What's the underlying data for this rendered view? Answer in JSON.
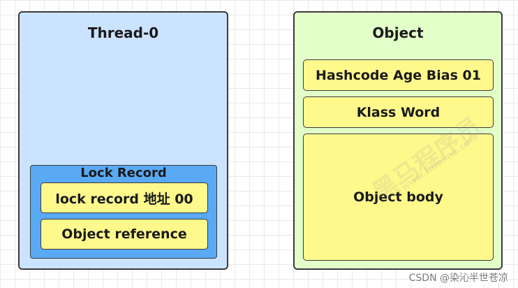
{
  "thread": {
    "title": "Thread-0",
    "lock_record": {
      "label": "Lock Record",
      "fields": [
        "lock  record 地址 00",
        "Object reference"
      ]
    }
  },
  "object": {
    "title": "Object",
    "fields": [
      "Hashcode Age Bias 01",
      "Klass Word",
      "Object body"
    ]
  },
  "watermarks": {
    "brand": "黑马程序员",
    "site": "www.itheima.com"
  },
  "credit": "CSDN @染沁半世苍凉",
  "colors": {
    "thread_bg": "#cce3ff",
    "object_bg": "#e3ffc9",
    "lock_record_bg": "#5aa9f5",
    "cell_bg": "#fff98c",
    "border": "#3a3a3a"
  }
}
